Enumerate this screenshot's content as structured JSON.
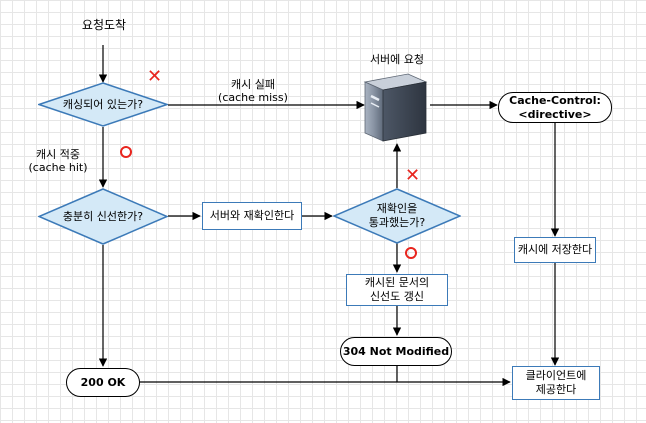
{
  "nodes": {
    "start": "요청도착",
    "q_cached": "캐싱되어 있는가?",
    "q_fresh": "충분히 신선한가?",
    "revalidate": "서버와 재확인한다",
    "q_revalidated": "재확인을\n통과했는가?",
    "server": "서버에 요청",
    "cache_control": "Cache-Control:\n<directive>",
    "store": "캐시에 저장한다",
    "refresh": "캐시된 문서의\n신선도 갱신",
    "not_modified": "304 Not Modified",
    "ok200": "200 OK",
    "serve": "클라이언트에\n제공한다"
  },
  "edge_labels": {
    "cache_miss": "캐시 실패\n(cache miss)",
    "cache_hit": "캐시 적중\n(cache hit)"
  },
  "marks": {
    "no": "✕"
  },
  "colors": {
    "box_border": "#3c7ab8",
    "mark": "#e8251e",
    "grid": "#e6e6e6"
  }
}
